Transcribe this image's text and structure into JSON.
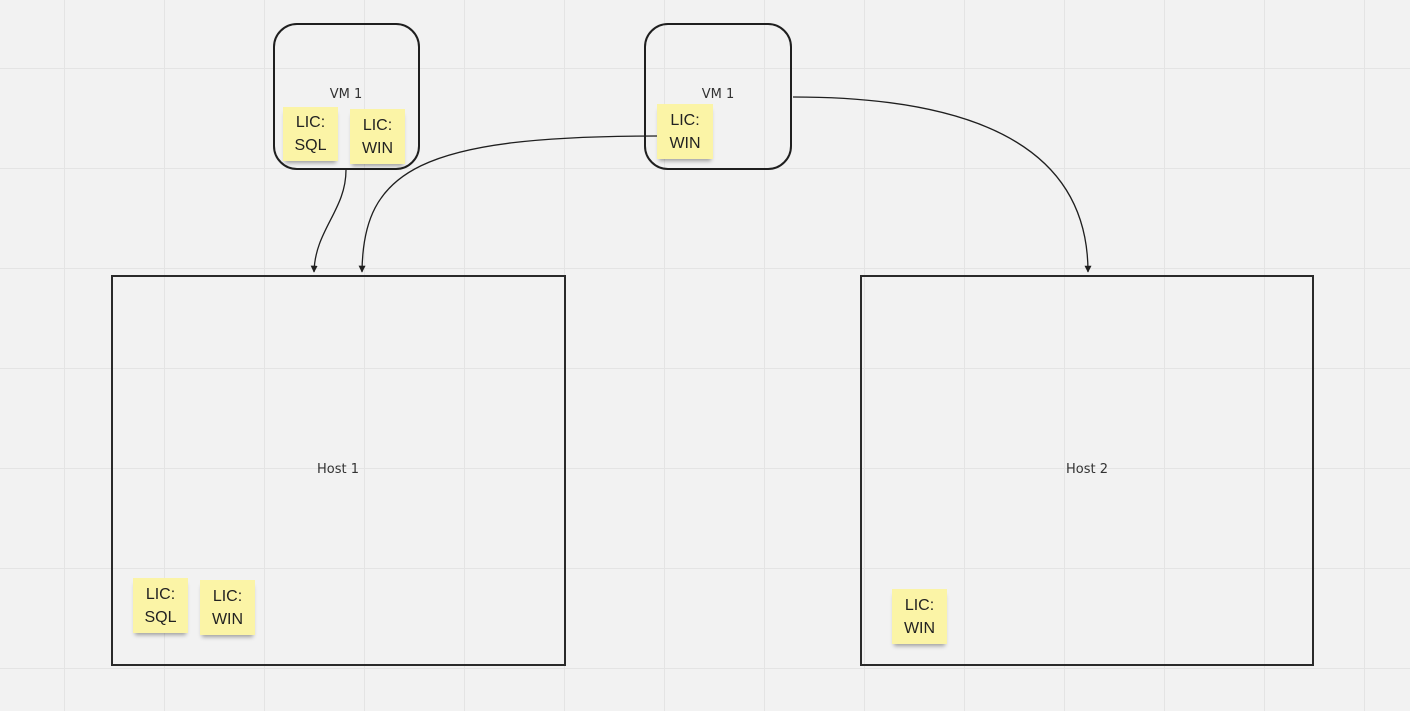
{
  "vms": [
    {
      "label": "VM 1"
    },
    {
      "label": "VM 1"
    }
  ],
  "hosts": [
    {
      "label": "Host 1"
    },
    {
      "label": "Host 2"
    }
  ],
  "stickies": {
    "vm_a_sql": "LIC: SQL",
    "vm_a_win": "LIC: WIN",
    "vm_b_win": "LIC: WIN",
    "host1_sql": "LIC: SQL",
    "host1_win": "LIC: WIN",
    "host2_win": "LIC: WIN"
  },
  "colors": {
    "background": "#f2f2f2",
    "grid": "#e4e4e4",
    "sticky": "#fbf4a6",
    "stroke": "#1f1f1f"
  }
}
